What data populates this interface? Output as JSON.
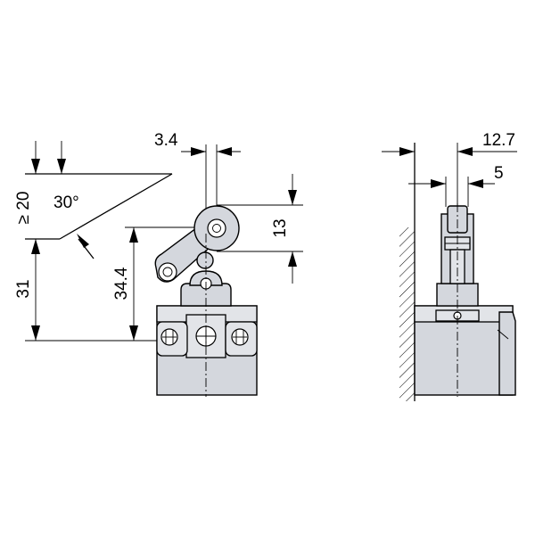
{
  "dimensions": {
    "roller_offset": "3.4",
    "roller_diameter": "13",
    "actuation_angle": "30°",
    "cam_travel": "≥ 20",
    "roller_height": "34.4",
    "body_height": "31",
    "side_overall": "12.7",
    "side_plunger": "5"
  },
  "colors": {
    "part_fill": "#d4d7dd",
    "line": "#000000"
  }
}
